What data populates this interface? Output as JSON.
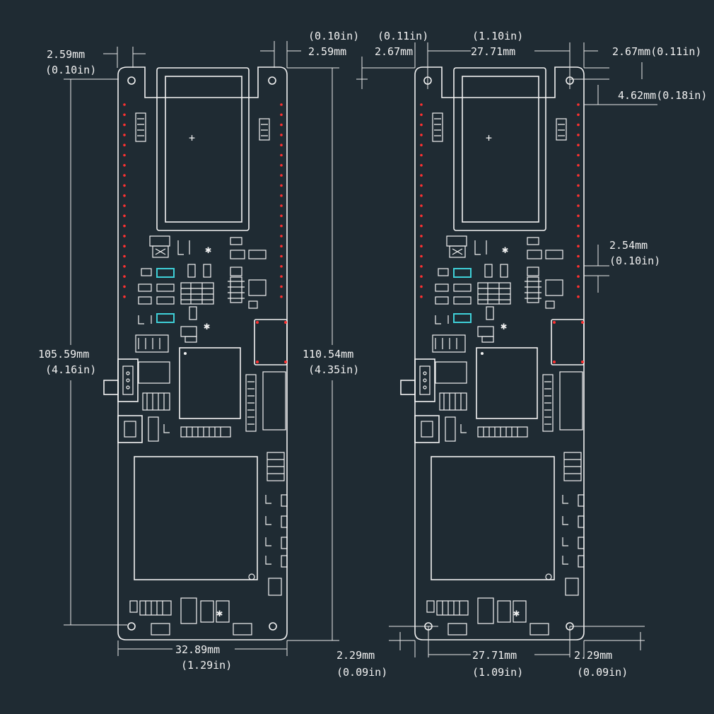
{
  "board_left": {
    "top_left_offset": {
      "mm": "2.59mm",
      "in": "(0.10in)"
    },
    "top_right_offset": {
      "mm": "2.59mm",
      "in": "(0.10in)"
    },
    "hole_span_height": {
      "mm": "105.59mm",
      "in": "(4.16in)"
    },
    "board_height": {
      "mm": "110.54mm",
      "in": "(4.35in)"
    },
    "board_width": {
      "mm": "32.89mm",
      "in": "(1.29in)"
    }
  },
  "board_right": {
    "top_left_offset": {
      "mm": "2.67mm",
      "in": "(0.11in)"
    },
    "top_hole_span": {
      "mm": "27.71mm",
      "in": "(1.10in)"
    },
    "top_right_offset": {
      "mm": "2.67mm",
      "in": "(0.11in)"
    },
    "hole_to_pin_offset": {
      "mm": "4.62mm",
      "in": "(0.18in)"
    },
    "pin_pitch": {
      "mm": "2.54mm",
      "in": "(0.10in)"
    },
    "bottom_left_offset": {
      "mm": "2.29mm",
      "in": "(0.09in)"
    },
    "bottom_hole_span": {
      "mm": "27.71mm",
      "in": "(1.09in)"
    },
    "bottom_right_offset": {
      "mm": "2.29mm",
      "in": "(0.09in)"
    }
  },
  "colors": {
    "background": "#1f2b33",
    "lines": "#f2f2f2",
    "pins": "#ff3030",
    "leds": "#3fd0d8"
  }
}
